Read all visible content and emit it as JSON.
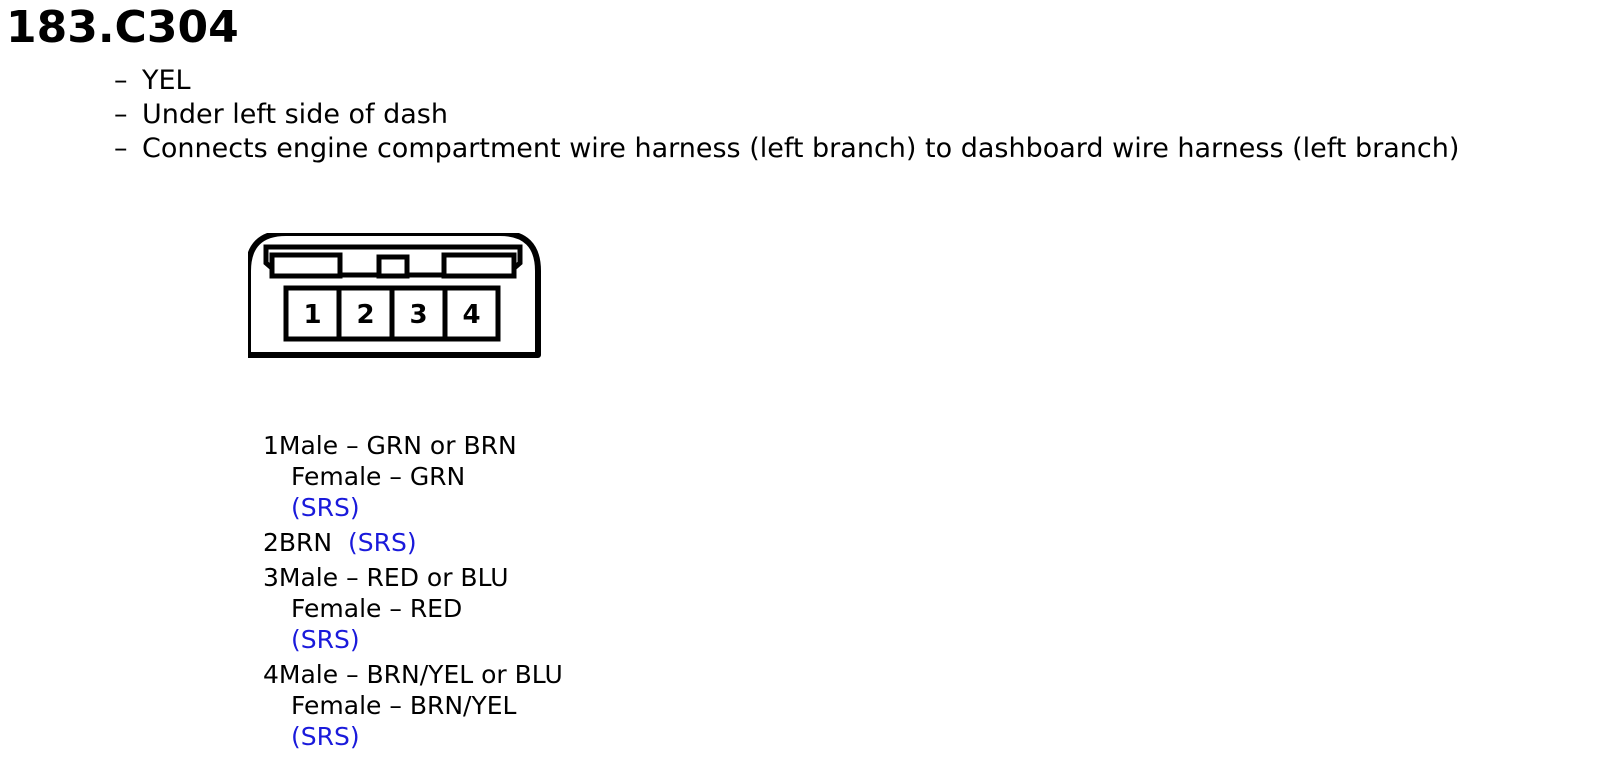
{
  "title": "183.C304",
  "properties": [
    "YEL",
    "Under left side of dash",
    "Connects engine compartment wire harness (left branch) to dashboard wire harness (left branch)"
  ],
  "dash": "–",
  "connector": {
    "pin_labels": [
      "1",
      "2",
      "3",
      "4"
    ]
  },
  "pins": [
    {
      "number": "1",
      "male_label": "Male",
      "male_value": "GRN or BRN",
      "female_label": "Female",
      "female_value": "GRN",
      "system": "(SRS)"
    },
    {
      "number": "2",
      "wire": "BRN",
      "system": "(SRS)"
    },
    {
      "number": "3",
      "male_label": "Male",
      "male_value": "RED or BLU",
      "female_label": "Female",
      "female_value": "RED",
      "system": "(SRS)"
    },
    {
      "number": "4",
      "male_label": "Male",
      "male_value": "BRN/YEL or BLU",
      "female_label": "Female",
      "female_value": "BRN/YEL",
      "system": "(SRS)"
    }
  ],
  "colors": {
    "text": "#000000",
    "system_link": "#1a1adb"
  }
}
